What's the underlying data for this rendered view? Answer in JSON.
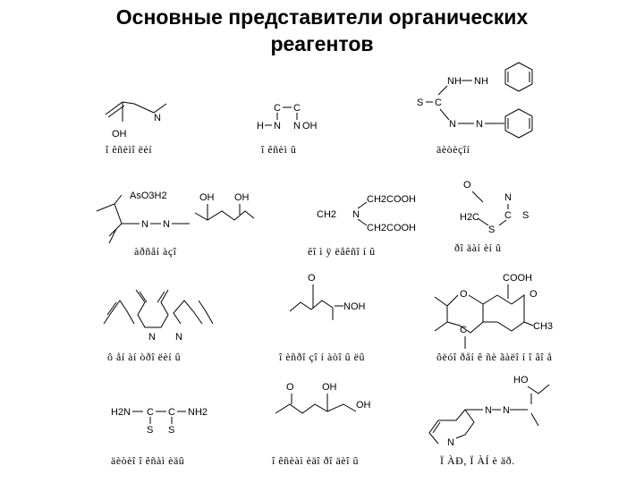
{
  "title": {
    "line1": "Основные представители органических",
    "line2": "реагентов"
  },
  "captions": [
    "î êñèìî ëèí",
    "î êñèì û",
    "äèòèçîí",
    "àðñåí àçî",
    "êî ì ÿ ëåêñî í û",
    "ðî äàí èí û",
    "ô åí àí òðî ëèí û",
    "î èñðî çî í àòî û ëû",
    "ôëóî ðåí ê ñè ãàëî í î âî å",
    "äèòèî î êñàì èäû",
    "î êñèàì èäî ðî äèî û",
    "Ï ÀÐ, Ï ÀÍ  è äð."
  ],
  "atoms": {
    "oxime": [
      "N",
      "OH"
    ],
    "dioxime": [
      "C",
      "C",
      "H",
      "N",
      "N",
      "OH"
    ],
    "dithizone": [
      "NH",
      "NH",
      "S",
      "C",
      "N",
      "N"
    ],
    "arsenazo": [
      "AsO3H2",
      "N",
      "N"
    ],
    "diol": [
      "OH",
      "OH"
    ],
    "complexone": [
      "CH2",
      "N",
      "CH2COOH",
      "CH2COOH"
    ],
    "rhodanine": [
      "O",
      "N",
      "H2C",
      "C",
      "S",
      "S"
    ],
    "ketoxime": [
      "O",
      "NOH"
    ],
    "fluorone": [
      "O",
      "O",
      "COOH",
      "O",
      "C",
      "CH3"
    ],
    "dithiooxamide": [
      "H2N",
      "C",
      "C",
      "NH2",
      "S",
      "S"
    ],
    "hydroxyketone": [
      "O",
      "OH",
      "OH"
    ],
    "pyridylazo": [
      "HO",
      "N",
      "N",
      "N"
    ]
  }
}
